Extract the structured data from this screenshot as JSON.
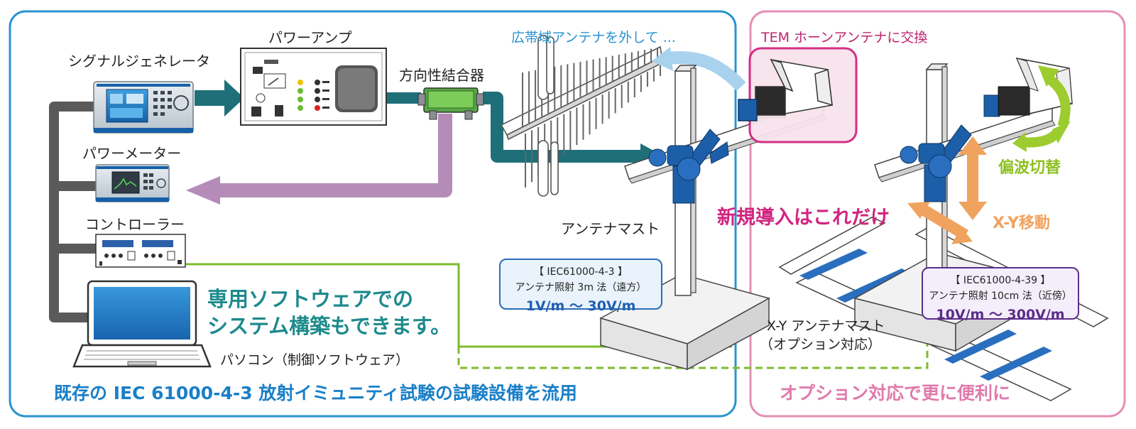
{
  "left_panel": {
    "caption": "既存の IEC 61000-4-3 放射イミュニティ試験の試験設備を流用",
    "colors": {
      "border": "#2b93d0",
      "caption": "#1a7fc8"
    }
  },
  "right_panel": {
    "caption": "オプション対応で更に便利に",
    "colors": {
      "border": "#e58fb6",
      "caption": "#e07aac"
    }
  },
  "devices": {
    "signal_generator": "シグナルジェネレータ",
    "power_amp": "パワーアンプ",
    "directional_coupler": "方向性結合器",
    "power_meter": "パワーメーター",
    "controller": "コントローラー",
    "pc": "パソコン（制御ソフトウェア）",
    "antenna_mast": "アンテナマスト",
    "xy_mast_line1": "X-Y アンテナマスト",
    "xy_mast_line2": "（オプション対応）"
  },
  "notes": {
    "remove_broadband": "広帯域アンテナを外して ...",
    "replace_tem": "TEM ホーンアンテナに交換",
    "software_line1": "専用ソフトウェアでの",
    "software_line2": "システム構築もできます。",
    "new_only": "新規導入はこれだけ",
    "polarization": "偏波切替",
    "xy_move": "X-Y移動"
  },
  "standard_a": {
    "name": "【 IEC61000-4-3 】",
    "method": "アンテナ照射 3m 法（遠方）",
    "range": "1V/m ～ 30V/m",
    "colors": {
      "border": "#2b6cb8",
      "fill": "#eaf3fb",
      "text": "#1f5fb0"
    }
  },
  "standard_b": {
    "name": "【 IEC61000-4-39 】",
    "method": "アンテナ照射 10cm 法（近傍）",
    "range": "10V/m ～ 300V/m",
    "colors": {
      "border": "#5b2d8a",
      "fill": "#f4eefa",
      "text": "#5b2d8a"
    }
  },
  "colors": {
    "teal_signal": "#1e6f78",
    "purple_feedback": "#b58bb8",
    "gray_bus": "#5a5a5a",
    "green_control": "#7dbb2e",
    "magenta_highlight": "#d1247f",
    "orange_move": "#f0a35e",
    "green_polar": "#9ccc2e",
    "software_text": "#1e8a8c"
  }
}
